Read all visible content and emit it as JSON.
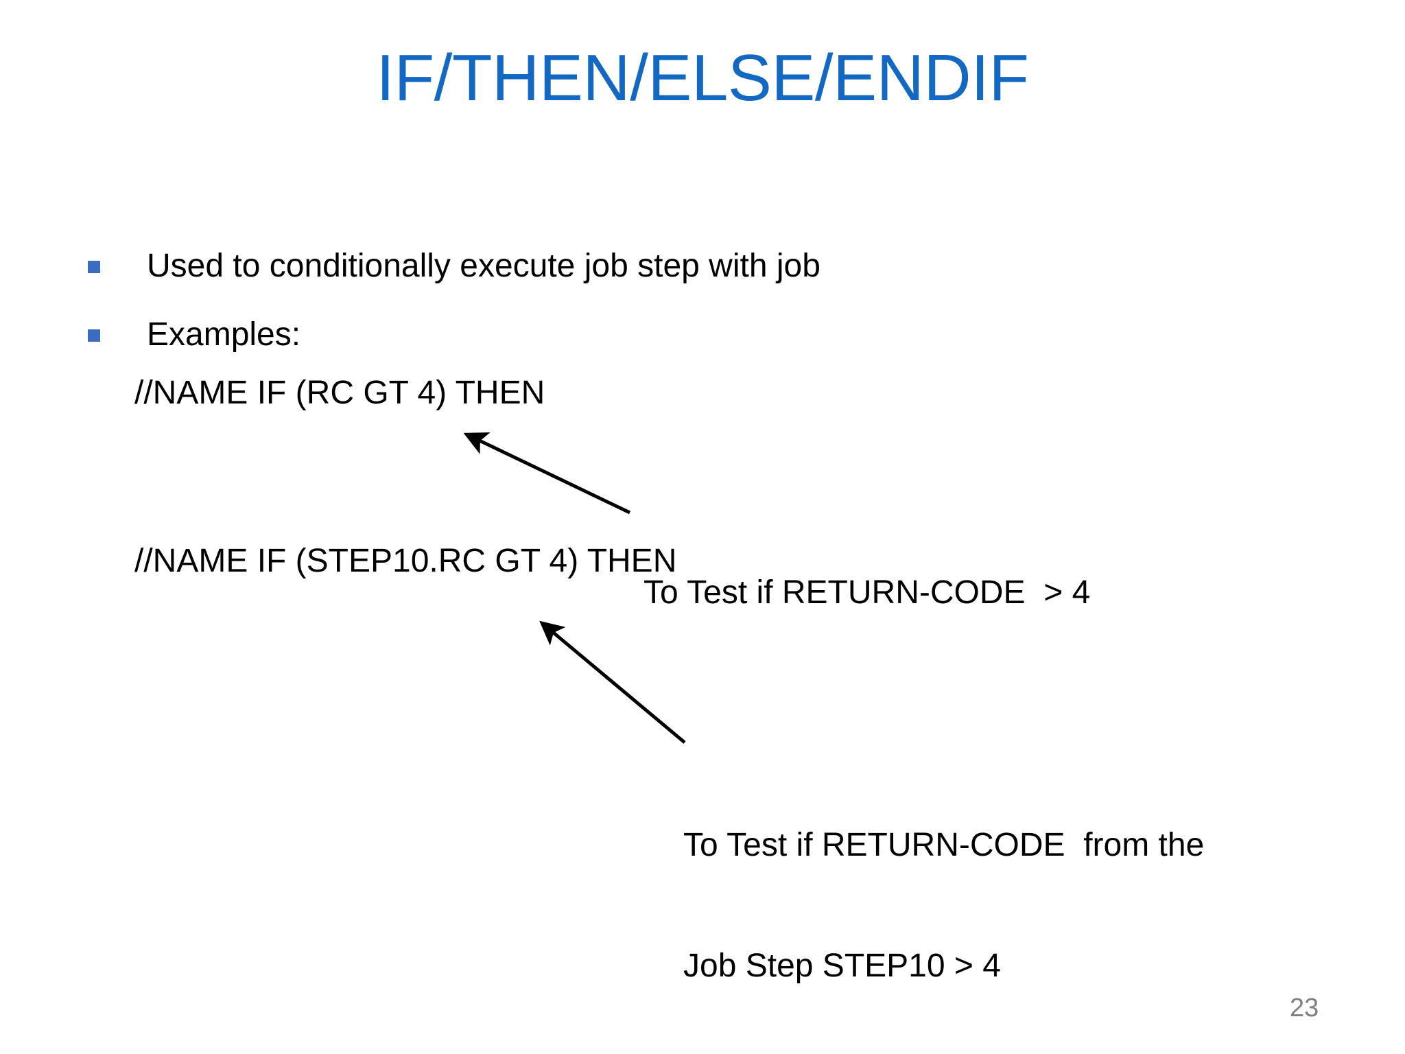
{
  "slide": {
    "title": "IF/THEN/ELSE/ENDIF",
    "page_number": "23",
    "background_color": "#FFFFFF",
    "title_color": "#1268C3",
    "bullet_marker_color": "#3C6CC0",
    "body_text_color": "#000000",
    "page_number_color": "#808080"
  },
  "bullets": [
    {
      "marker": "square-bullet-icon",
      "text": "Used to conditionally execute job step with job"
    },
    {
      "marker": "square-bullet-icon",
      "text": "Examples:"
    }
  ],
  "code_examples": [
    {
      "text": "//NAME IF (RC GT 4) THEN"
    },
    {
      "text": "//NAME IF (STEP10.RC GT 4) THEN"
    }
  ],
  "annotations": [
    {
      "line1": "To Test if RETURN-CODE  > 4",
      "line2": "",
      "arrow": "arrow-up-left-icon"
    },
    {
      "line1": "To Test if RETURN-CODE  from the",
      "line2": "Job Step STEP10 > 4",
      "arrow": "arrow-up-left-icon"
    }
  ]
}
